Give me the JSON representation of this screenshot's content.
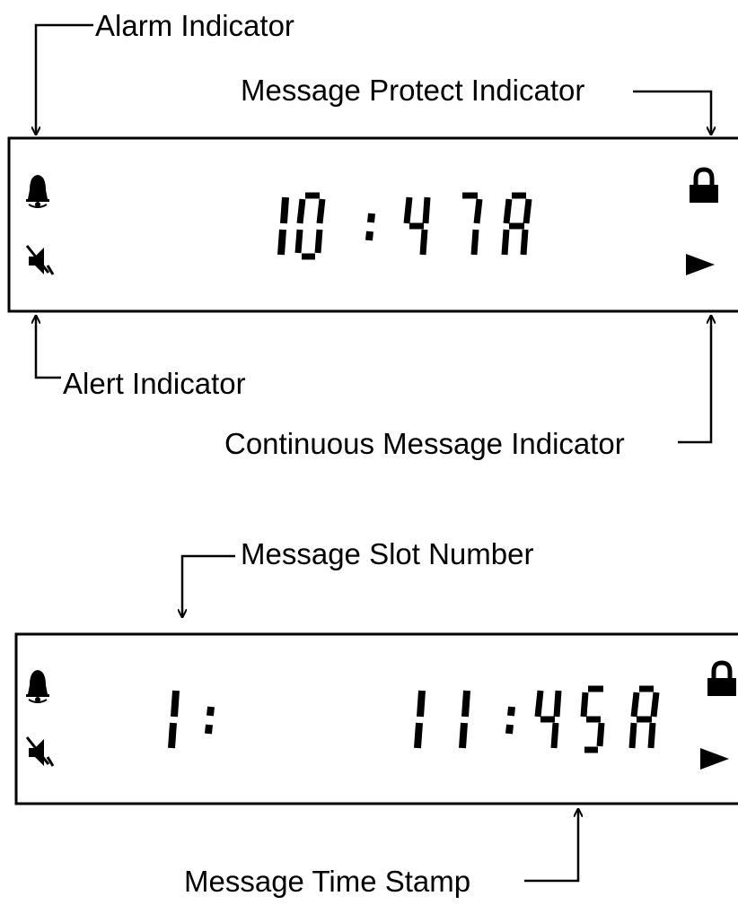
{
  "panel1": {
    "alarm_label": "Alarm Indicator",
    "protect_label": "Message Protect Indicator",
    "alert_label": "Alert Indicator",
    "continuous_label": "Continuous Message Indicator",
    "display_text": "10:47A"
  },
  "panel2": {
    "slot_label": "Message Slot Number",
    "timestamp_label": "Message  Time  Stamp",
    "slot_text": "1:",
    "time_text": "11:45A"
  },
  "icons": [
    "bell-icon",
    "speaker-muted-icon",
    "lock-icon",
    "play-arrow-icon"
  ],
  "colors": {
    "ink": "#000000",
    "background": "#ffffff"
  }
}
